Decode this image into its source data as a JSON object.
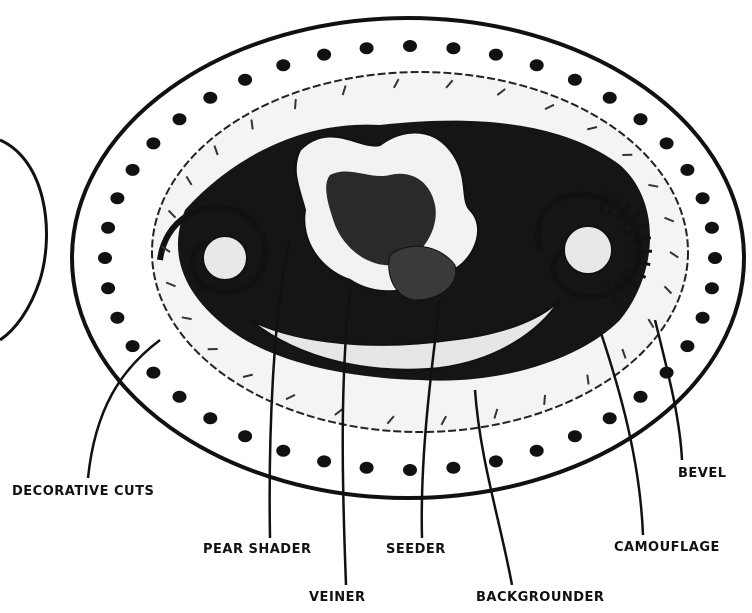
{
  "labels": {
    "decorative_cuts": "DECORATIVE CUTS",
    "pear_shader": "PEAR SHADER",
    "veiner": "VEINER",
    "seeder": "SEEDER",
    "backgrounder": "BACKGROUNDER",
    "camouflage": "CAMOUFLAGE",
    "bevel": "BEVEL"
  },
  "colors": {
    "ink": "#111111",
    "paper": "#ffffff"
  }
}
